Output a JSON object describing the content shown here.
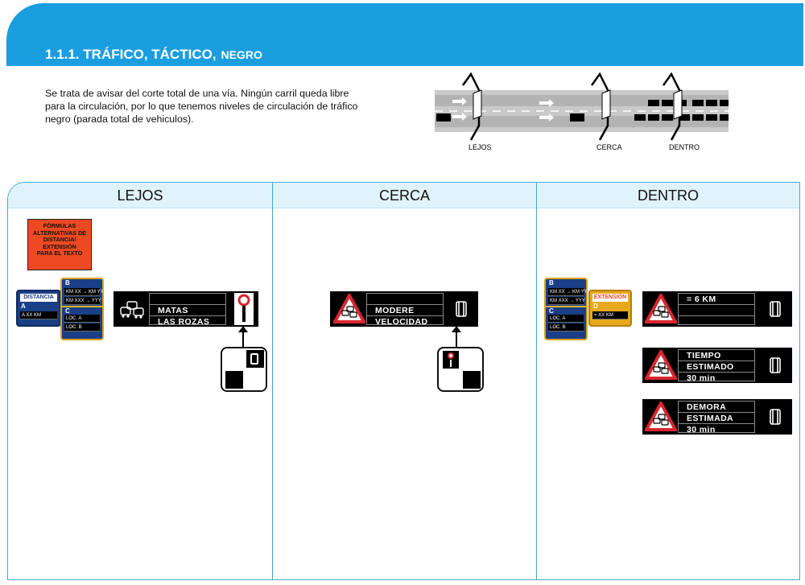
{
  "title": {
    "number": "1.1.1.",
    "main": "TRÁFICO, TÁCTICO,",
    "suffix": "NEGRO"
  },
  "intro": "Se trata de avisar del corte total de una vía. Ningún carril queda libre para la circulación, por lo que tenemos niveles de circulación de tráfico negro (parada total de vehiculos).",
  "road": {
    "labels": [
      "LEJOS",
      "CERCA",
      "DENTRO"
    ]
  },
  "panels": [
    {
      "title": "LEJOS"
    },
    {
      "title": "CERCA"
    },
    {
      "title": "DENTRO"
    }
  ],
  "lejos": {
    "orange_note": [
      "FÓRMULAS",
      "ALTERNATIVAS DE",
      "DISTANCIA/",
      "EXTENSIÓN",
      "PARA EL TEXTO"
    ],
    "distance_tag": "DISTANCIA",
    "distance_letter": "A",
    "distance_value": "A XX KM",
    "route_b": "B",
    "route_b1": "KM XX → KM YY",
    "route_b2": "KM XXX → YYY",
    "route_c": "C",
    "route_c1": "LOC. A",
    "route_c2": "LOC. B",
    "sign_lines": [
      "",
      "MATAS",
      "LAS ROZAS"
    ]
  },
  "cerca": {
    "sign_lines": [
      "",
      "MODERE",
      "VELOCIDAD"
    ]
  },
  "dentro": {
    "route_b": "B",
    "route_b1": "KM XX → KM YY",
    "route_b2": "KM XXX → YYY",
    "route_c": "C",
    "route_c1": "LOC. A",
    "route_c2": "LOC. B",
    "ext_tag": "EXTENSIÓN",
    "ext_letter": "D",
    "ext_value": "= XX KM",
    "signs": [
      [
        "= 6 KM",
        "",
        ""
      ],
      [
        "TIEMPO",
        "ESTIMADO",
        "30 min"
      ],
      [
        "DEMORA",
        "ESTIMADA",
        "30 min"
      ]
    ]
  }
}
